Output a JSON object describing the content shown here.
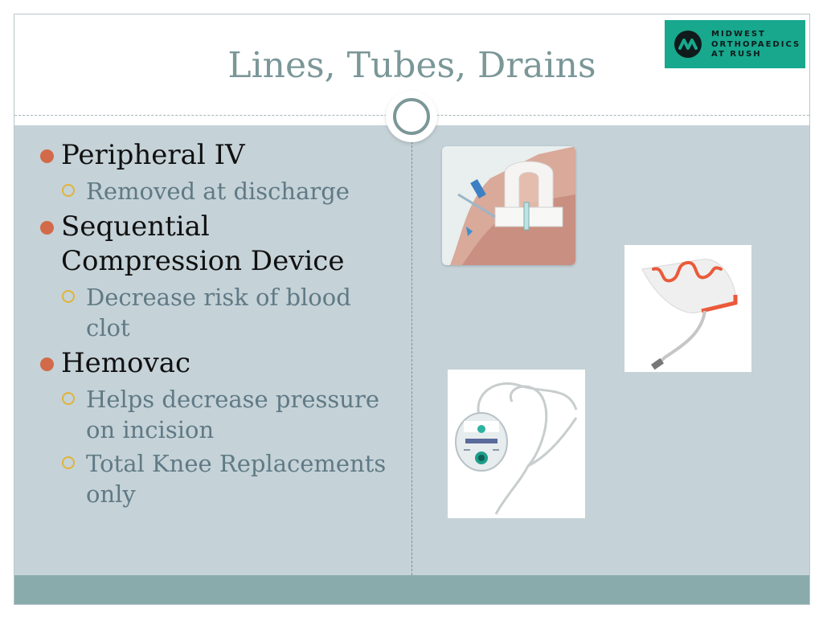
{
  "slide": {
    "title": "Lines, Tubes, Drains",
    "logo": {
      "lines": [
        "MIDWEST",
        "ORTHOPAEDICS",
        "AT RUSH"
      ],
      "background": "#17a88e"
    },
    "bullets": [
      {
        "text": "Peripheral IV",
        "sub": [
          "Removed at discharge"
        ]
      },
      {
        "text": "Sequential Compression Device",
        "sub": [
          "Decrease risk of blood clot"
        ]
      },
      {
        "text": "Hemovac",
        "sub": [
          "Helps decrease pressure on incision",
          "Total Knee Replacements only"
        ]
      }
    ]
  },
  "colors": {
    "title": "#7b9798",
    "content_bg": "#c5d2d8",
    "footer_bg": "#8aabab",
    "bullet_main": "#d26a4a",
    "bullet_sub": "#e0b436",
    "sub_text": "#607a85"
  }
}
